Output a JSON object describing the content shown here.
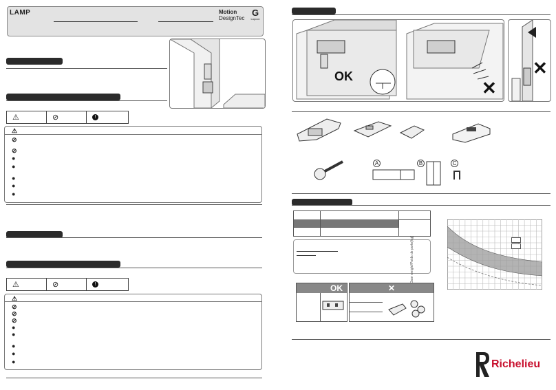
{
  "header": {
    "brand_logo": "LAMP",
    "product_logo_line1": "Motion",
    "product_logo_line2": "DesignTec",
    "partner_logo": "Lapcon"
  },
  "warning_table": {
    "warning_symbol": "⚠",
    "prohibited_symbol": "⊘",
    "mandatory_symbol": "!"
  },
  "mark_labels": {
    "ok_left": "OK",
    "ok_table": "OK",
    "x_table": "✕"
  },
  "parts": {
    "label_a": "A",
    "label_b": "B",
    "label_c": "C"
  },
  "chart": {
    "ylabel": "Door weight/Poids de porte[kg]"
  },
  "chart_data": {
    "type": "area",
    "ylabel": "Door weight/Poids de porte[kg]",
    "grid": true,
    "series": [
      {
        "name": "",
        "values": []
      }
    ]
  },
  "footer": {
    "brand": "Richelieu"
  },
  "colors": {
    "header_bg": "#e3e3e3",
    "bar": "#2b2b2b",
    "band": "#9a9a9a"
  }
}
